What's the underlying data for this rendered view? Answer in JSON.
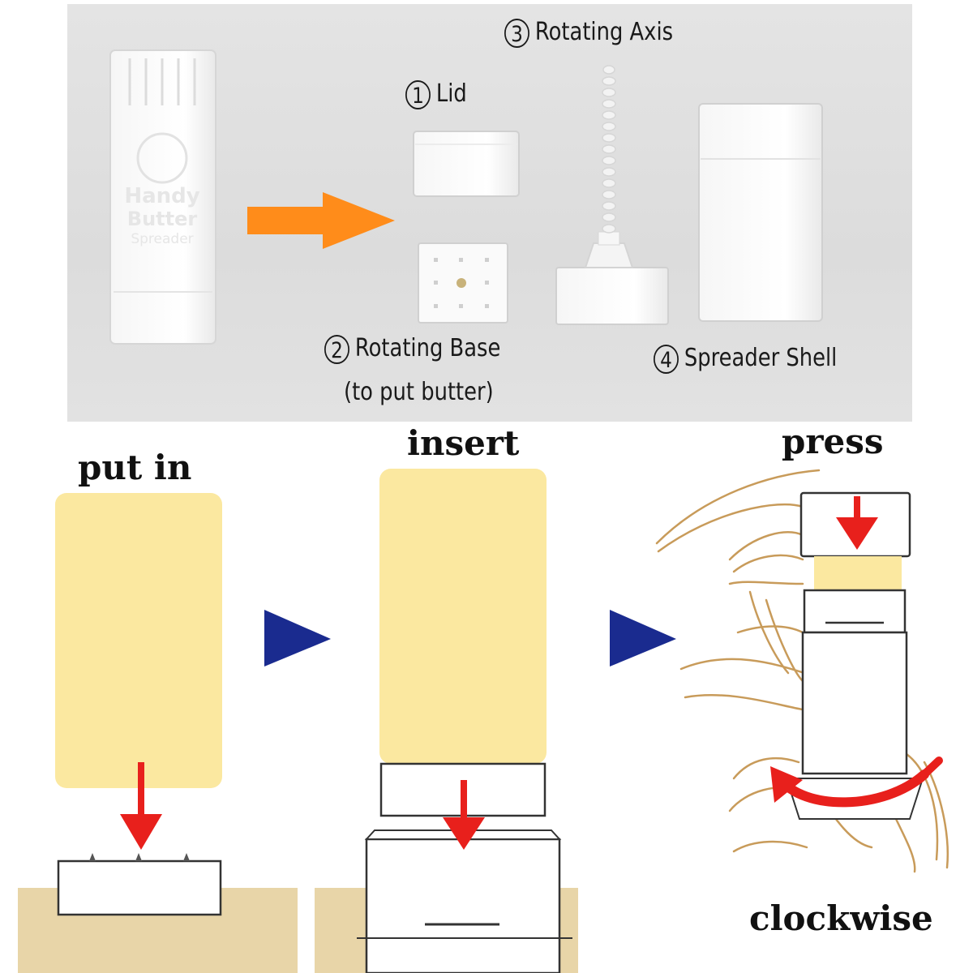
{
  "parts": {
    "lid": {
      "number": "1",
      "label": "Lid"
    },
    "rotating_base": {
      "number": "2",
      "label": "Rotating Base",
      "note": "(to put butter)"
    },
    "rotating_axis": {
      "number": "3",
      "label": "Rotating Axis"
    },
    "spreader_shell": {
      "number": "4",
      "label": "Spreader  Shell"
    }
  },
  "product_box": {
    "text_lines": [
      "Handy",
      "Butter",
      "Spreader"
    ]
  },
  "steps": {
    "put_in": "put in",
    "insert": "insert",
    "press": "press",
    "direction": "clockwise"
  },
  "colors": {
    "arrow_orange": "#ff8c1a",
    "butter": "#fbe8a0",
    "down_arrow_red": "#e8201c",
    "step_triangle_blue": "#1a2b8f",
    "counter": "#e8d5a8",
    "photo_background": "#dedede"
  },
  "icons": [
    "orange-right-arrow",
    "red-down-arrow",
    "blue-triangle",
    "rotation-arrow",
    "hand"
  ]
}
